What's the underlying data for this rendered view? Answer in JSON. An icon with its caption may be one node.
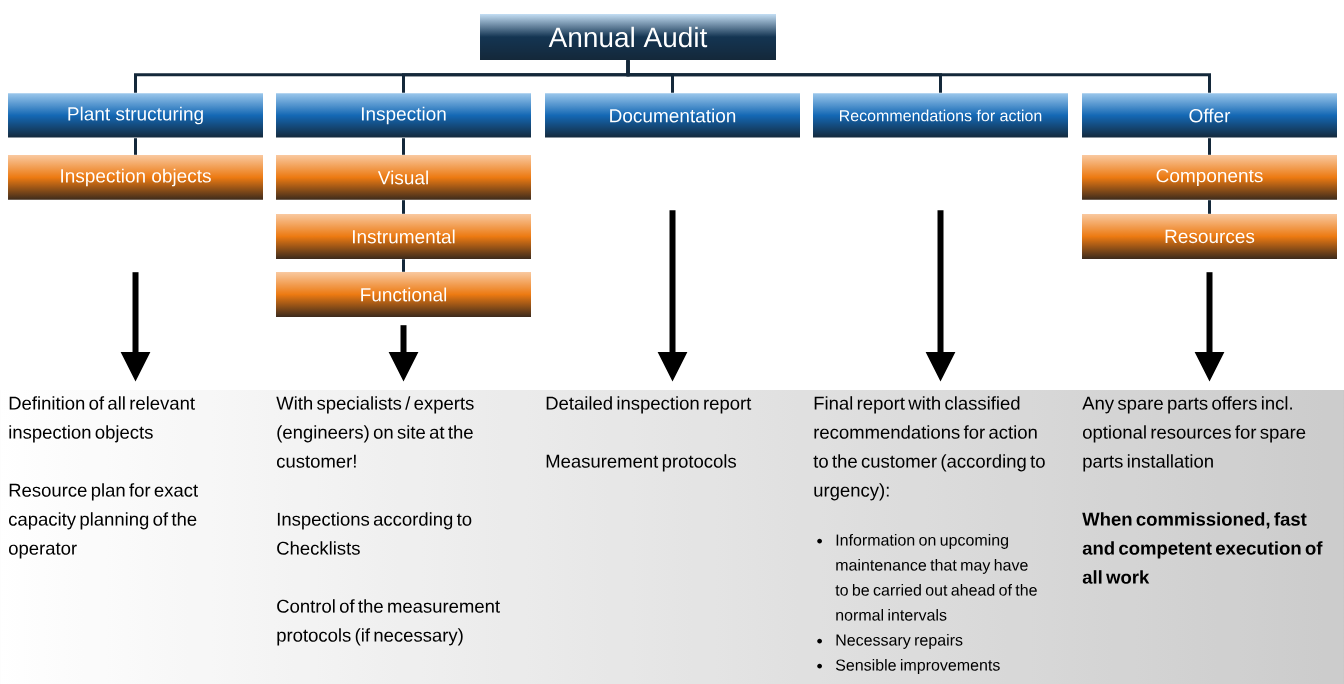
{
  "diagram": {
    "nodes": [
      {
        "text": [
          "Annual Audit"
        ]
      },
      {
        "text": [
          "Plant structuring"
        ]
      },
      {
        "text": [
          "Inspection"
        ]
      },
      {
        "text": [
          "Documentation"
        ]
      },
      {
        "text": [
          "Recommendations for action"
        ]
      },
      {
        "text": [
          "Offer"
        ]
      },
      {
        "text": [
          "Inspection objects"
        ]
      },
      {
        "text": [
          "Visual"
        ]
      },
      {
        "text": [
          "Instrumental"
        ]
      },
      {
        "text": [
          "Functional"
        ]
      },
      {
        "text": [
          "Components"
        ]
      },
      {
        "text": [
          "Resources"
        ]
      },
      {
        "text": [
          "Definition of all relevant inspection objects",
          "Resource plan for exact capacity planning of the operator"
        ]
      },
      {
        "text": [
          "With specialists / experts (engineers) on site at the customer!",
          "Inspections according to Checklists",
          "Control of the measurement protocols (if necessary)"
        ]
      },
      {
        "text": [
          "Detailed inspection report",
          "Measurement protocols"
        ]
      },
      {
        "text": [
          "Final report with classified recommendations for action to the customer (according to urgency):",
          "Information on upcoming maintenance that may have to be carried out ahead of the normal intervals",
          "Necessary repairs",
          "Sensible improvements"
        ]
      },
      {
        "text": [
          "Any spare parts offers incl. optional resources for spare parts installation",
          "When commissioned, fast and competent execution of all work"
        ]
      }
    ],
    "edges": [
      {
        "from": 0,
        "to": 1,
        "arrow": "none"
      },
      {
        "from": 0,
        "to": 2,
        "arrow": "none"
      },
      {
        "from": 0,
        "to": 3,
        "arrow": "none"
      },
      {
        "from": 0,
        "to": 4,
        "arrow": "none"
      },
      {
        "from": 0,
        "to": 5,
        "arrow": "none"
      },
      {
        "from": 1,
        "to": 6,
        "arrow": "none"
      },
      {
        "from": 2,
        "to": 7,
        "arrow": "none"
      },
      {
        "from": 7,
        "to": 8,
        "arrow": "none"
      },
      {
        "from": 8,
        "to": 9,
        "arrow": "none"
      },
      {
        "from": 5,
        "to": 10,
        "arrow": "none"
      },
      {
        "from": 10,
        "to": 11,
        "arrow": "none"
      },
      {
        "from": 6,
        "to": 12,
        "arrow": "to",
        "style": "thick",
        "color": "#000000"
      },
      {
        "from": 9,
        "to": 13,
        "arrow": "to",
        "style": "thick",
        "color": "#000000"
      },
      {
        "from": 3,
        "to": 14,
        "arrow": "to",
        "style": "thick",
        "color": "#000000"
      },
      {
        "from": 4,
        "to": 15,
        "arrow": "to",
        "style": "thick",
        "color": "#000000"
      },
      {
        "from": 11,
        "to": 16,
        "arrow": "to",
        "style": "thick",
        "color": "#000000"
      }
    ]
  }
}
